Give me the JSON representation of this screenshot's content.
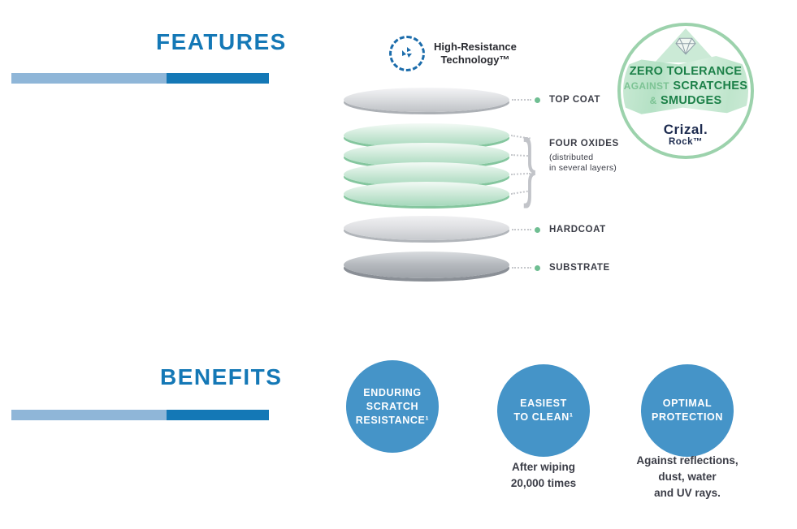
{
  "colors": {
    "heading_blue": "#1478b6",
    "bar_light_blue": "#8fb6d8",
    "bar_dark_blue": "#1478b6",
    "benefit_circle_blue": "#4594c8",
    "lens_green": "#a5d8bb",
    "bullet_green": "#6fbe92",
    "badge_border_green": "#9cd2ac",
    "badge_text_dark_green": "#1c8048",
    "badge_text_light_green": "#7cc394",
    "brand_navy": "#1d2b4f",
    "label_dark": "#3a3c46"
  },
  "features": {
    "title": "FEATURES"
  },
  "technology": {
    "line1": "High-Resistance",
    "line2": "Technology™"
  },
  "diagram": {
    "labels": {
      "top_coat": "TOP COAT",
      "four_oxides": "FOUR OXIDES",
      "four_oxides_note_1": "(distributed",
      "four_oxides_note_2": "in several layers)",
      "hardcoat": "HARDCOAT",
      "substrate": "SUBSTRATE"
    }
  },
  "badge": {
    "line1": "ZERO TOLERANCE",
    "line2_a": "AGAINST",
    "line2_b": "SCRATCHES",
    "line3_a": "&",
    "line3_b": "SMUDGES",
    "brand": "Crizal.",
    "brand_sub": "Rock™"
  },
  "benefits": {
    "title": "BENEFITS",
    "items": [
      {
        "lines": [
          "ENDURING",
          "SCRATCH",
          "RESISTANCE¹"
        ],
        "caption_lines": []
      },
      {
        "lines": [
          "EASIEST",
          "TO CLEAN¹"
        ],
        "caption_lines": [
          "After wiping",
          "20,000 times"
        ]
      },
      {
        "lines": [
          "OPTIMAL",
          "PROTECTION"
        ],
        "caption_lines": [
          "Against reflections,",
          "dust, water",
          "and UV rays."
        ]
      }
    ]
  }
}
